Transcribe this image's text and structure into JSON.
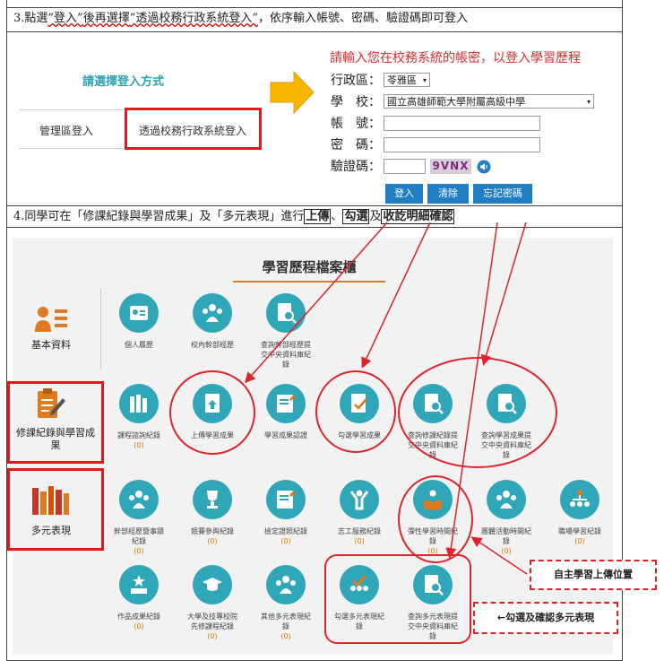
{
  "step3": {
    "pre": "3.點選",
    "q1": "”登入”",
    "mid": "後再選擇",
    "q2": "”透過校務行政系統登入”",
    "post": "，依序輸入帳號、密碼、驗證碼即可登入"
  },
  "login": {
    "heading": "請選擇登入方式",
    "option_admin": "管理區登入",
    "option_school": "透過校務行政系統登入",
    "prompt": "請輸入您在校務系統的帳密，以登入學習歷程",
    "district_label": "行政區：",
    "district_value": "苓雅區",
    "school_label": "學　校：",
    "school_value": "國立高雄師範大學附屬高級中學",
    "account_label": "帳　號：",
    "password_label": "密　碼：",
    "captcha_label": "驗證碼：",
    "captcha_text": "9VNX",
    "btn_login": "登入",
    "btn_clear": "清除",
    "btn_forgot": "忘記密碼"
  },
  "step4": {
    "pre": "4.同學可在「修課紀錄與學習成果」及「多元表現」進行",
    "k1": "上傳",
    "sep": "、",
    "k2": "勾選",
    "and": "及",
    "k3": "收訖明細確認"
  },
  "portfolio": {
    "title": "學習歷程檔案櫃",
    "cat_basic": "基本資料",
    "cat_course_1": "修課紀錄與學習成",
    "cat_course_2": "果",
    "cat_multi": "多元表現",
    "items": {
      "r1a": {
        "l1": "個人履歷",
        "l2": "",
        "l3": "",
        "c": ""
      },
      "r1b": {
        "l1": "校內幹部經歷",
        "l2": "",
        "l3": "",
        "c": ""
      },
      "r1c": {
        "l1": "查詢幹部經歷提",
        "l2": "交中央資料庫紀",
        "l3": "錄",
        "c": ""
      },
      "r2a": {
        "l1": "課程諮詢紀錄",
        "l2": "(0)",
        "l3": "",
        "c": ""
      },
      "r2b": {
        "l1": "上傳學習成果",
        "l2": "",
        "l3": "",
        "c": ""
      },
      "r2c": {
        "l1": "學習成果認證",
        "l2": "",
        "l3": "",
        "c": ""
      },
      "r2d": {
        "l1": "勾選學習成果",
        "l2": "",
        "l3": "",
        "c": ""
      },
      "r2e": {
        "l1": "查詢修課紀錄提",
        "l2": "交中央資料庫紀",
        "l3": "錄",
        "c": ""
      },
      "r2f": {
        "l1": "查詢學習成果提",
        "l2": "交中央資料庫紀",
        "l3": "錄",
        "c": ""
      },
      "r3a": {
        "l1": "幹部經歷暨事蹟",
        "l2": "紀錄",
        "l3": "",
        "c": "(0)"
      },
      "r3b": {
        "l1": "競賽參與紀錄",
        "l2": "",
        "l3": "",
        "c": "(0)"
      },
      "r3c": {
        "l1": "檢定證照紀錄",
        "l2": "",
        "l3": "",
        "c": "(0)"
      },
      "r3d": {
        "l1": "志工服務紀錄",
        "l2": "",
        "l3": "",
        "c": "(0)"
      },
      "r3e": {
        "l1": "彈性學習時間紀",
        "l2": "錄",
        "l3": "",
        "c": "(0)"
      },
      "r3f": {
        "l1": "團體活動時間紀",
        "l2": "錄",
        "l3": "",
        "c": "(0)"
      },
      "r3g": {
        "l1": "職場學習紀錄",
        "l2": "",
        "l3": "",
        "c": "(0)"
      },
      "r4a": {
        "l1": "作品成果紀錄",
        "l2": "",
        "l3": "",
        "c": "(0)"
      },
      "r4b": {
        "l1": "大學及技專校院",
        "l2": "先修課程紀錄",
        "l3": "",
        "c": "(0)"
      },
      "r4c": {
        "l1": "其他多元表現紀",
        "l2": "錄",
        "l3": "",
        "c": "(0)"
      },
      "r4d": {
        "l1": "勾選多元表現紀",
        "l2": "錄",
        "l3": "",
        "c": ""
      },
      "r4e": {
        "l1": "查詢多元表現提",
        "l2": "交中央資料庫紀",
        "l3": "錄",
        "c": ""
      }
    },
    "note_upload": "自主學習上傳位置",
    "note_check": "←勾選及確認多元表現"
  },
  "colors": {
    "accent": "#2fa7b8",
    "highlight": "#e0232b",
    "button": "#1f7ec4",
    "count": "#d87a00"
  }
}
